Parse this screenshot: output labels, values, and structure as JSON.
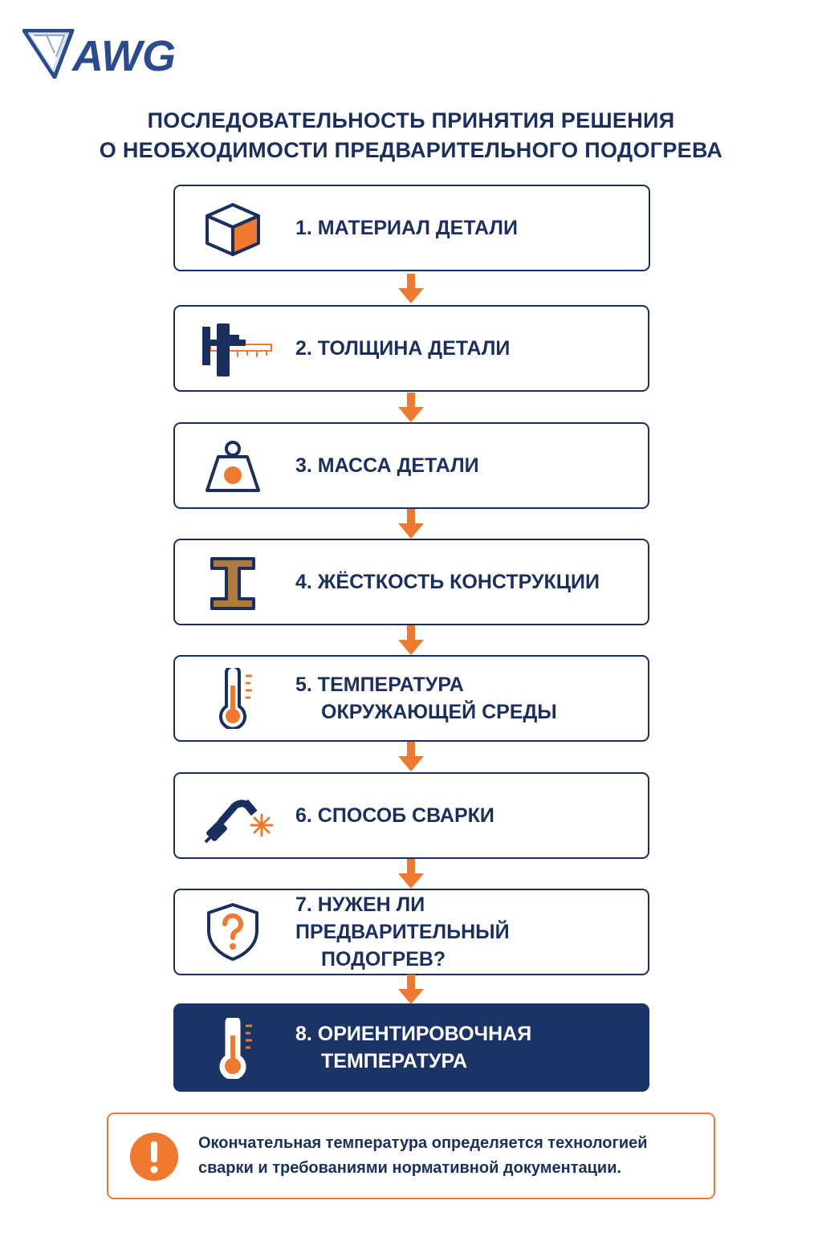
{
  "logo": {
    "text": "AWG"
  },
  "title": {
    "line1": "ПОСЛЕДОВАТЕЛЬНОСТЬ ПРИНЯТИЯ РЕШЕНИЯ",
    "line2": "О НЕОБХОДИМОСТИ ПРЕДВАРИТЕЛЬНОГО ПОДОГРЕВА"
  },
  "steps": [
    {
      "line1": "1. МАТЕРИАЛ ДЕТАЛИ",
      "line2": "",
      "icon": "cube-icon"
    },
    {
      "line1": "2. ТОЛЩИНА ДЕТАЛИ",
      "line2": "",
      "icon": "caliper-icon"
    },
    {
      "line1": "3. МАССА ДЕТАЛИ",
      "line2": "",
      "icon": "weight-icon"
    },
    {
      "line1": "4. ЖЁСТКОСТЬ КОНСТРУКЦИИ",
      "line2": "",
      "icon": "i-beam-icon"
    },
    {
      "line1": "5. ТЕМПЕРАТУРА",
      "line2": "ОКРУЖАЮЩЕЙ СРЕДЫ",
      "icon": "thermometer-icon"
    },
    {
      "line1": "6. СПОСОБ СВАРКИ",
      "line2": "",
      "icon": "welding-torch-icon"
    },
    {
      "line1": "7. НУЖЕН ЛИ ПРЕДВАРИТЕЛЬНЫЙ",
      "line2": "ПОДОГРЕВ?",
      "icon": "shield-question-icon"
    },
    {
      "line1": "8. ОРИЕНТИРОВОЧНАЯ",
      "line2": "ТЕМПЕРАТУРА",
      "icon": "thermometer-icon"
    }
  ],
  "note": {
    "line1": "Окончательная температура определяется технологией",
    "line2": "сварки и требованиями нормативной документации.",
    "icon": "exclamation-icon"
  },
  "colors": {
    "navy": "#1b2f5e",
    "orange": "#ef7a2f",
    "highlight": "#1b3467"
  }
}
